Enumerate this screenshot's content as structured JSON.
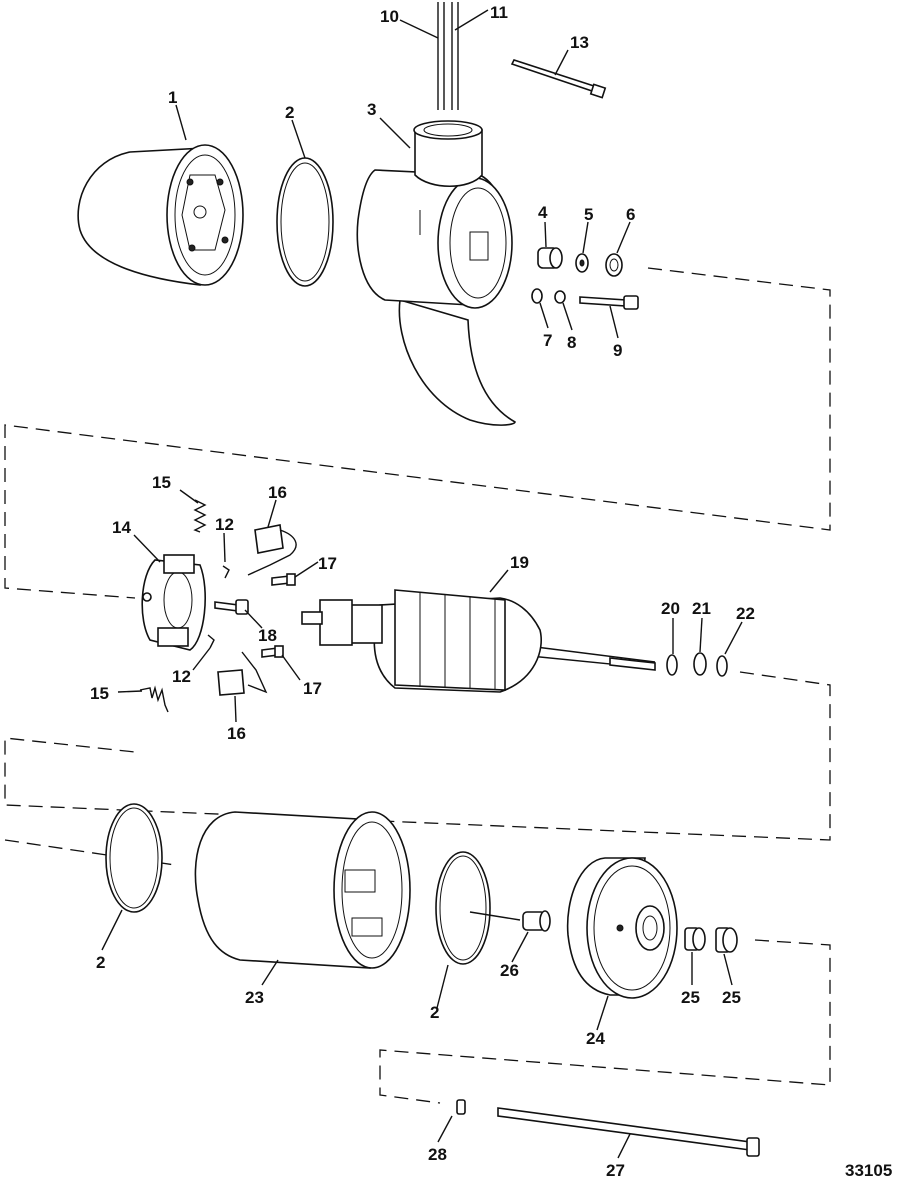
{
  "diagram": {
    "reference_number": "33105",
    "callouts": {
      "c1": "1",
      "c2a": "2",
      "c3": "3",
      "c4": "4",
      "c5": "5",
      "c6": "6",
      "c7": "7",
      "c8": "8",
      "c9": "9",
      "c10": "10",
      "c11": "11",
      "c13": "13",
      "c15a": "15",
      "c16a": "16",
      "c12a": "12",
      "c14": "14",
      "c17a": "17",
      "c19": "19",
      "c18": "18",
      "c12b": "12",
      "c17b": "17",
      "c15b": "15",
      "c16b": "16",
      "c20": "20",
      "c21": "21",
      "c22": "22",
      "c2b": "2",
      "c23": "23",
      "c26": "26",
      "c2c": "2",
      "c24": "24",
      "c25a": "25",
      "c25b": "25",
      "c28": "28",
      "c27": "27"
    }
  }
}
